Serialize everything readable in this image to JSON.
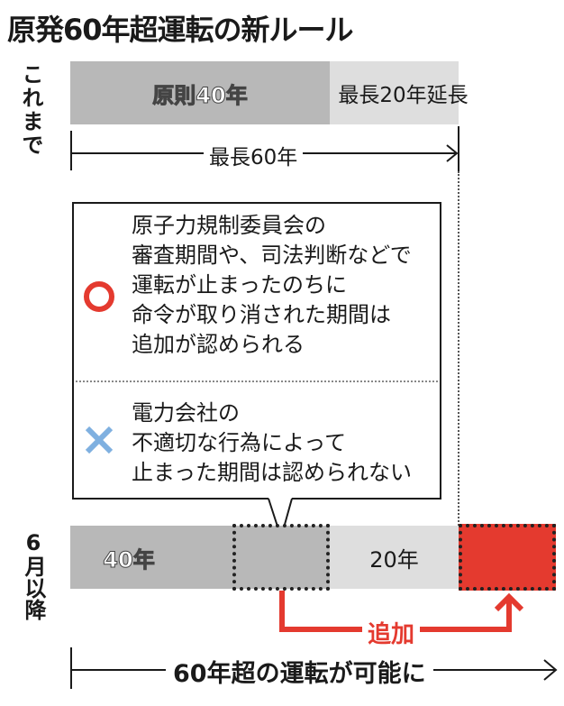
{
  "title": "原発60年超運転の新ルール",
  "before": {
    "row_label": "これまで",
    "principle_label": "原則40年",
    "extension_label": "最長20年延長",
    "max_span_label": "最長60年"
  },
  "conditions": [
    {
      "icon": "circle-icon",
      "icon_color": "#e43a2f",
      "lines": [
        "原子力規制委員会の",
        "審査期間や、司法判断などで",
        "運転が止まったのちに",
        "命令が取り消された期間は",
        "追加が認められる"
      ]
    },
    {
      "icon": "cross-icon",
      "icon_color": "#7fb0e0",
      "lines": [
        "電力会社の",
        "不適切な行為によって",
        "止まった期間は認められない"
      ]
    }
  ],
  "after": {
    "row_label": "6月以降",
    "base_label": "40年",
    "extension_label": "20年",
    "addition_label": "追加",
    "total_label": "60年超の運転が可能に"
  },
  "colors": {
    "accent_red": "#e43a2f",
    "bar_dark": "#b8b8b8",
    "bar_light": "#dedede",
    "cross_blue": "#7fb0e0"
  }
}
